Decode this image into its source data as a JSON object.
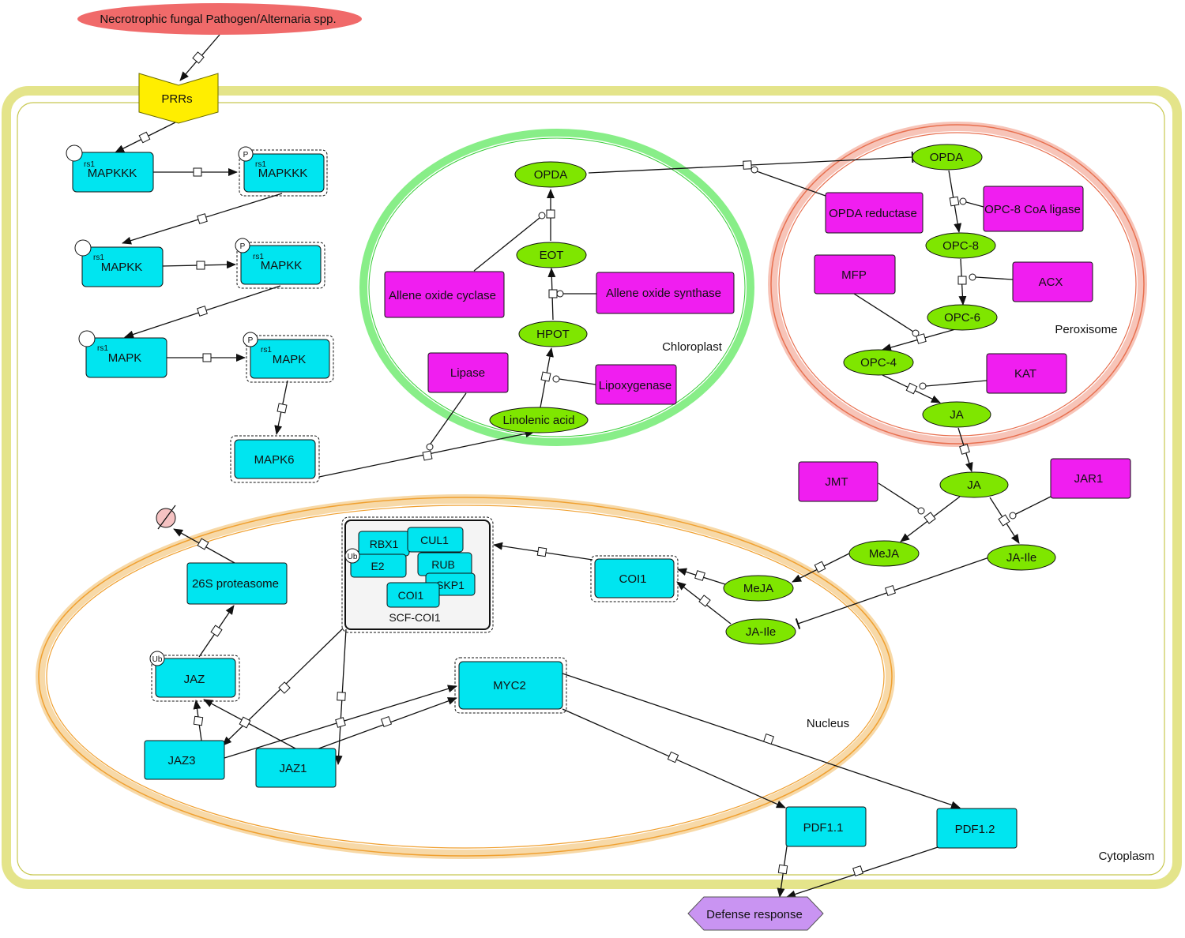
{
  "colors": {
    "protein": "#00e5f0",
    "enzyme": "#f01ef0",
    "metabolite": "#7fe600",
    "pathogen": "#f06a6a",
    "receptor": "#ffee00",
    "phenotype": "#c994f2",
    "cytoplasm_border": "#e4e48a",
    "chloroplast_border": "#88ee88",
    "peroxisome_border": "#ef8a6e",
    "nucleus_border": "#f0a030"
  },
  "compartments": {
    "cytoplasm": "Cytoplasm",
    "chloroplast": "Chloroplast",
    "peroxisome": "Peroxisome",
    "nucleus": "Nucleus"
  },
  "nodes": {
    "pathogen": "Necrotrophic fungal Pathogen/Alternaria spp.",
    "prrs": "PRRs",
    "mapkkk_a": "MAPKKK",
    "mapkkk_b": "MAPKKK",
    "mapkk_a": "MAPKK",
    "mapkk_b": "MAPKK",
    "mapk_a": "MAPK",
    "mapk_b": "MAPK",
    "mapk6": "MAPK6",
    "lipase": "Lipase",
    "allene_oxide_cyclase": "Allene oxide cyclase",
    "allene_oxide_synthase": "Allene oxide synthase",
    "lipoxygenase": "Lipoxygenase",
    "opda_chl": "OPDA",
    "eot": "EOT",
    "hpot": "HPOT",
    "linolenic_acid": "Linolenic acid",
    "opda_per": "OPDA",
    "opda_reductase": "OPDA reductase",
    "opc8_coa_ligase": "OPC-8 CoA ligase",
    "opc8": "OPC-8",
    "mfp": "MFP",
    "acx": "ACX",
    "opc6": "OPC-6",
    "opc4": "OPC-4",
    "kat": "KAT",
    "ja_per": "JA",
    "ja_cyt": "JA",
    "jmt": "JMT",
    "jar1": "JAR1",
    "meja_cyt": "MeJA",
    "ja_ile_cyt": "JA-Ile",
    "meja_nuc": "MeJA",
    "ja_ile_nuc": "JA-Ile",
    "coi1": "COI1",
    "scf_coi1": "SCF-COI1",
    "rbx1": "RBX1",
    "cul1": "CUL1",
    "e2": "E2",
    "rub": "RUB",
    "skp1": "SKP1",
    "coi1_sub": "COI1",
    "proteasome": "26S proteasome",
    "jaz": "JAZ",
    "jaz3": "JAZ3",
    "jaz1": "JAZ1",
    "myc2": "MYC2",
    "pdf11": "PDF1.1",
    "pdf12": "PDF1.2",
    "defense": "Defense response"
  },
  "modifications": {
    "residue": "rs1",
    "phospho": "P",
    "ubiquitin": "Ub"
  }
}
